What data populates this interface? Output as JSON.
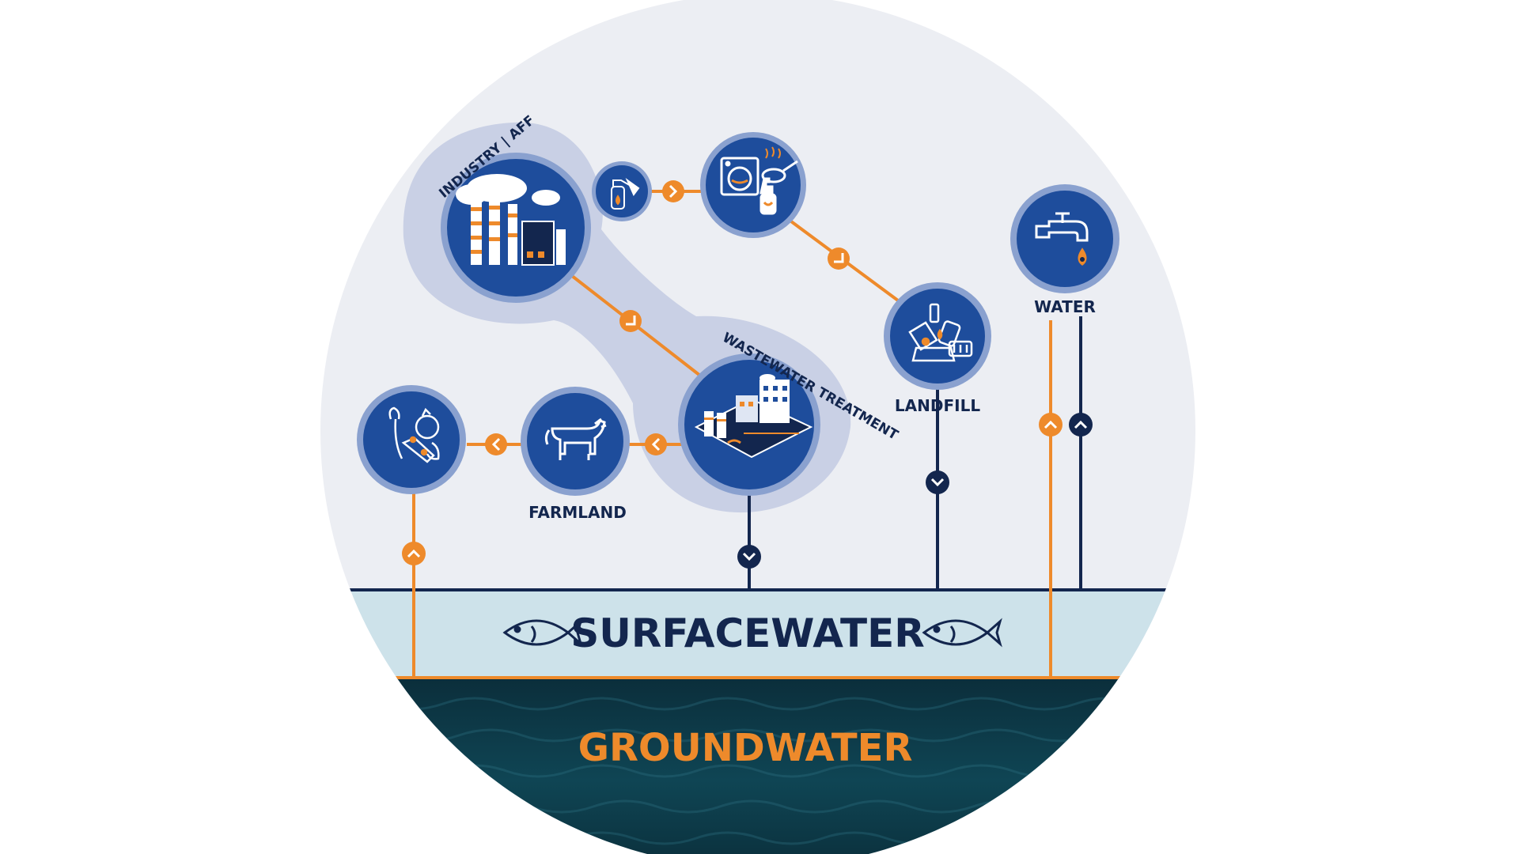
{
  "labels": {
    "industry": "INDUSTRY | AFF",
    "wastewater": "WASTEWATER TREATMENT",
    "landfill": "LANDFILL",
    "water": "WATER",
    "farmland": "FARMLAND",
    "surfacewater": "SURFACEWATER",
    "groundwater": "GROUNDWATER"
  },
  "colors": {
    "navy": "#13264e",
    "node_blue": "#1e4d9c",
    "node_ring": "#8aa1cf",
    "orange": "#ee8a2b",
    "circle_bg": "#eceef3",
    "halo": "#c9d0e5",
    "surface_band": "#cde2ea",
    "ground_deep": "#0d3a48"
  },
  "nodes": [
    {
      "id": "industry",
      "icon": "factory-icon"
    },
    {
      "id": "foam",
      "icon": "extinguisher-icon"
    },
    {
      "id": "consumer",
      "icon": "washing-machine-pan-icon"
    },
    {
      "id": "landfill",
      "icon": "landfill-waste-icon"
    },
    {
      "id": "water",
      "icon": "faucet-icon"
    },
    {
      "id": "wastewater",
      "icon": "treatment-plant-icon"
    },
    {
      "id": "farmland",
      "icon": "cow-icon"
    },
    {
      "id": "produce",
      "icon": "vegetables-icon"
    }
  ]
}
